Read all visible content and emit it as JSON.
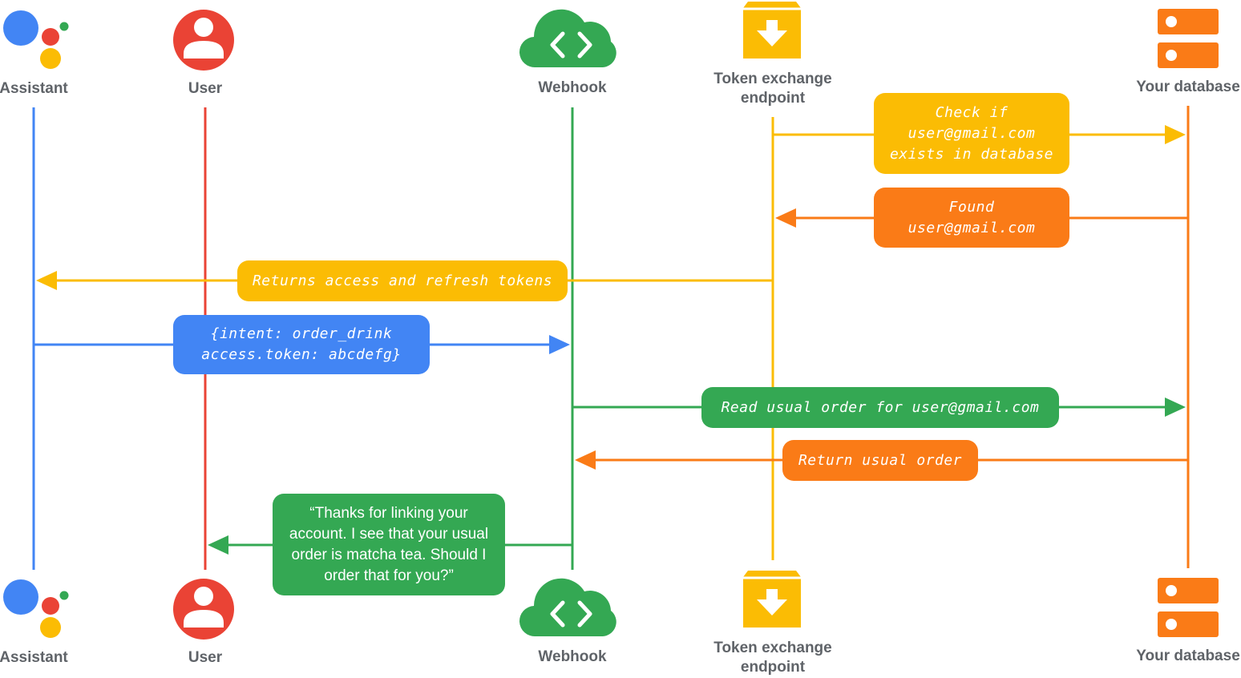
{
  "colors": {
    "blue": "#4285f4",
    "red": "#ea4335",
    "green": "#34a853",
    "yellow": "#fbbc04",
    "orange": "#fa7b17",
    "label_gray": "#5f6368"
  },
  "actors": [
    {
      "key": "assistant",
      "label": "Assistant",
      "icon": "google-assistant-icon"
    },
    {
      "key": "user",
      "label": "User",
      "icon": "user-icon"
    },
    {
      "key": "webhook",
      "label": "Webhook",
      "icon": "cloud-code-icon"
    },
    {
      "key": "token",
      "label": "Token exchange\nendpoint",
      "icon": "download-box-icon"
    },
    {
      "key": "database",
      "label": "Your database",
      "icon": "database-icon"
    }
  ],
  "messages": [
    {
      "key": "check",
      "text": "Check if\nuser@gmail.com\nexists in database",
      "from": "token",
      "to": "database",
      "color": "yellow"
    },
    {
      "key": "found",
      "text": "Found\nuser@gmail.com",
      "from": "database",
      "to": "token",
      "color": "orange"
    },
    {
      "key": "returns",
      "text": "Returns access and refresh tokens",
      "from": "token",
      "to": "assistant",
      "color": "yellow"
    },
    {
      "key": "intent",
      "text": "{intent: order_drink\naccess.token: abcdefg}",
      "from": "assistant",
      "to": "webhook",
      "color": "blue"
    },
    {
      "key": "read",
      "text": "Read usual order for user@gmail.com",
      "from": "webhook",
      "to": "database",
      "color": "green"
    },
    {
      "key": "return_order",
      "text": "Return usual order",
      "from": "database",
      "to": "webhook",
      "color": "orange"
    },
    {
      "key": "thanks",
      "text": "“Thanks for linking your\naccount. I see that your usual\norder is matcha tea. Should I\norder that for you?”",
      "from": "webhook",
      "to": "user",
      "color": "green"
    }
  ]
}
